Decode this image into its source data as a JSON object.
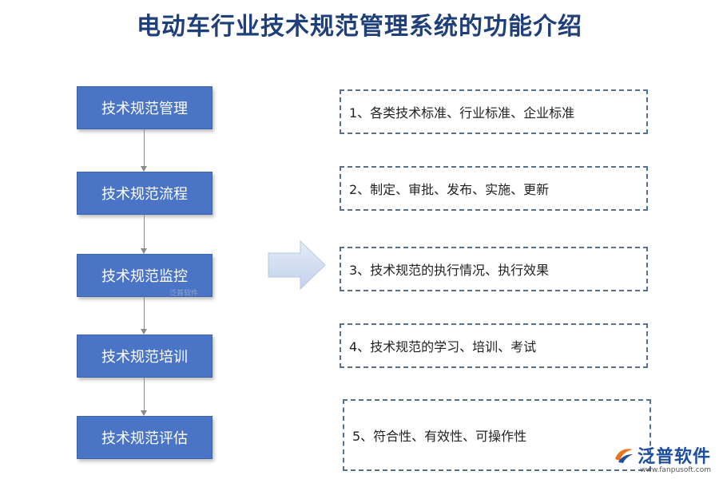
{
  "title": "电动车行业技术规范管理系统的功能介绍",
  "flow": [
    {
      "label": "技术规范管理"
    },
    {
      "label": "技术规范流程"
    },
    {
      "label": "技术规范监控"
    },
    {
      "label": "技术规范培训"
    },
    {
      "label": "技术规范评估"
    }
  ],
  "details": [
    {
      "text": "1、各类技术标准、行业标准、企业标准"
    },
    {
      "text": "2、制定、审批、发布、实施、更新"
    },
    {
      "text": "3、技术规范的执行情况、执行效果"
    },
    {
      "text": "4、技术规范的学习、培训、考试"
    },
    {
      "text": "5、符合性、有效性、可操作性"
    }
  ],
  "watermark": "泛普软件",
  "logo": {
    "name": "泛普软件",
    "url": "www.fanpusoft.com"
  },
  "colors": {
    "title": "#1f3f7a",
    "flow_box": "#4a74c6",
    "dashed_border": "#56708f",
    "arrow_fill": "#d6e1f3",
    "logo": "#1d4f9e"
  }
}
